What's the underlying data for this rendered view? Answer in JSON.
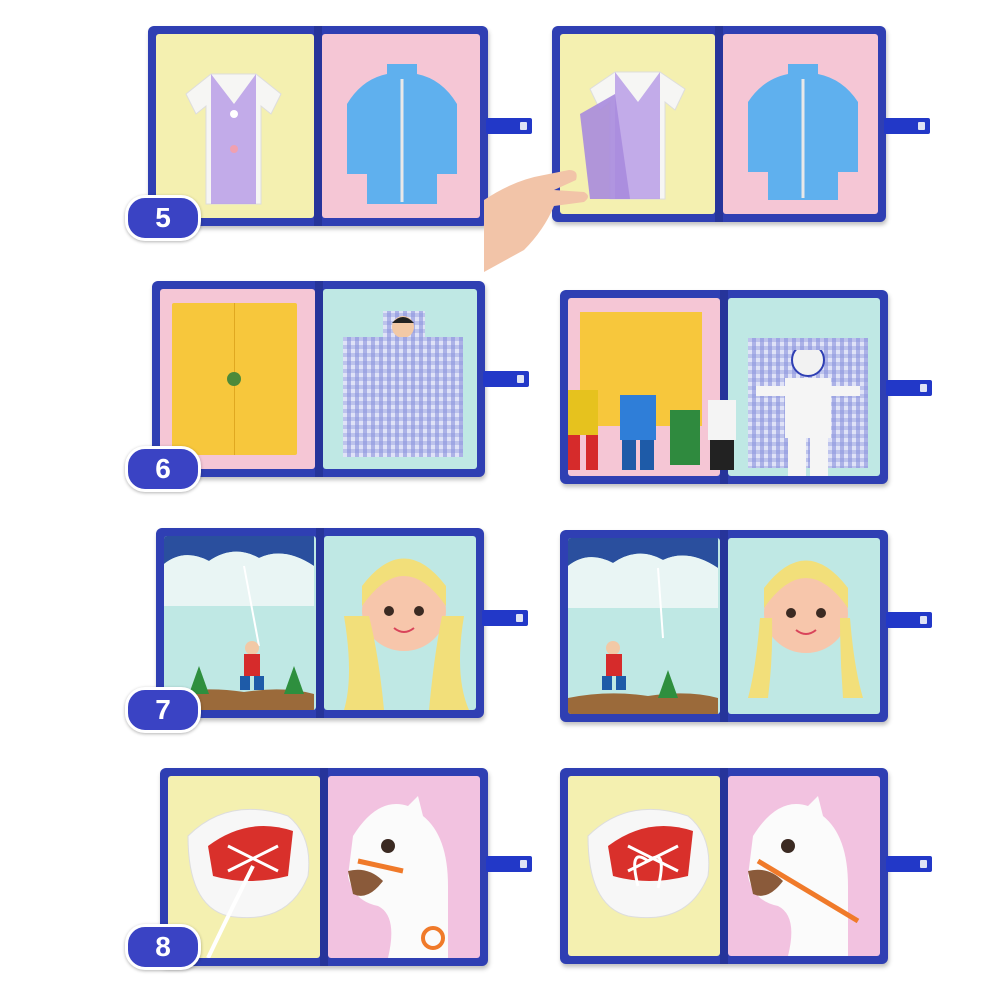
{
  "badges": {
    "page5": "5",
    "page6": "6",
    "page7": "7",
    "page8": "8"
  },
  "colors": {
    "book_border": "#2f3fb3",
    "badge": "#3a43c4",
    "felt_yellow": "#f4f0b0",
    "felt_pink": "#f5c6d5",
    "felt_mint": "#bfe8e4"
  },
  "icons": [
    "shirt-icon",
    "jacket-icon",
    "hand-icon",
    "bed-icon",
    "doll-icon",
    "girl-face-icon",
    "climber-icon",
    "shoe-icon",
    "horse-icon"
  ]
}
